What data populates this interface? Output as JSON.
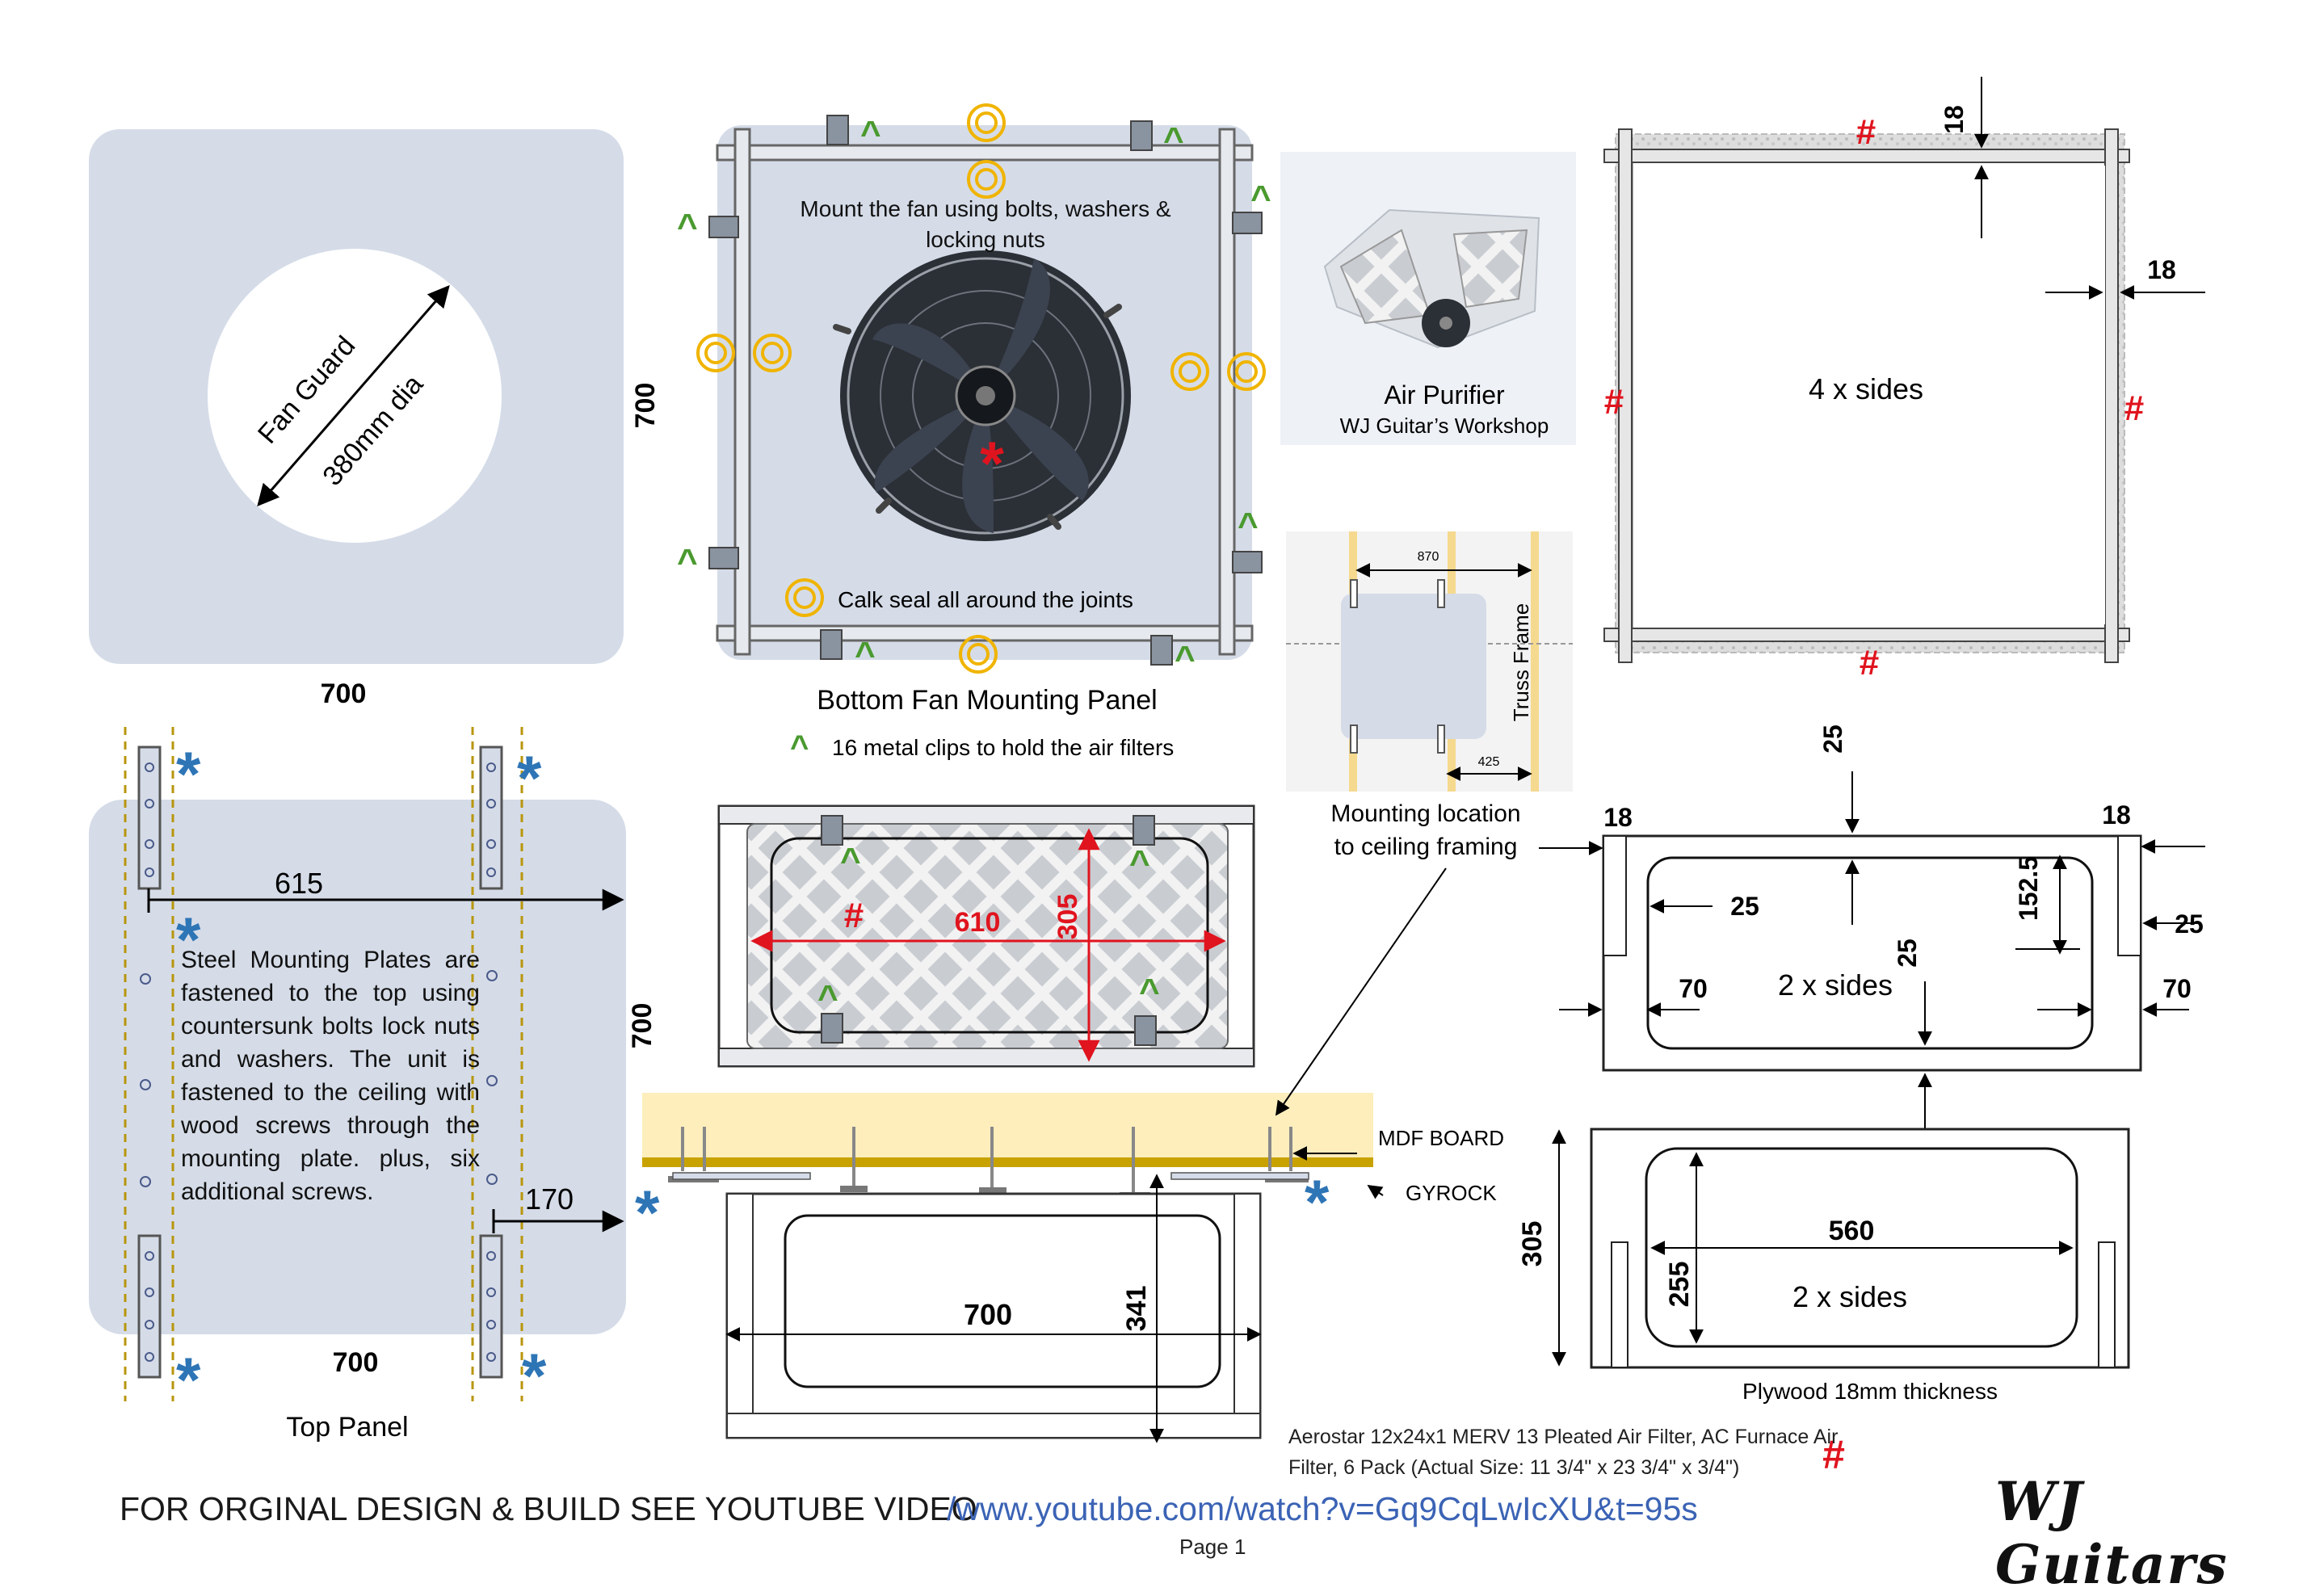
{
  "top_left": {
    "fan_guard_label": "Fan Guard",
    "fan_guard_dia": "380mm dia",
    "width_label": "700"
  },
  "fan_panel": {
    "mount_note": "Mount the fan using bolts, washers & locking nuts",
    "side_label": "700",
    "calk_note": "Calk seal all around the joints",
    "title": "Bottom Fan Mounting Panel",
    "clips_note": "16 metal clips to hold the air filters",
    "clip_symbol": "^",
    "star_symbol": "*"
  },
  "purifier": {
    "title": "Air Purifier",
    "subtitle": "WJ Guitar’s Workshop"
  },
  "ceiling": {
    "dim_870": "870",
    "dim_425": "425",
    "truss_label": "Truss Frame",
    "caption_line1": "Mounting location",
    "caption_line2": "to ceiling framing"
  },
  "sides4": {
    "label": "4 x sides",
    "dim_top": "18",
    "dim_right": "18",
    "hash": "#"
  },
  "top_panel": {
    "dim_615": "615",
    "dim_700_side": "700",
    "dim_170": "170",
    "dim_700_bottom": "700",
    "title": "Top Panel",
    "steel_note": "Steel Mounting Plates are fastened to the top using countersunk bolts lock nuts and washers. The unit is fastened to the ceiling with wood screws through the mounting plate. plus, six additional screws.",
    "asterisk": "*"
  },
  "filter": {
    "dim_610": "610",
    "dim_305": "305",
    "hash": "#"
  },
  "assembly": {
    "mdf_label": "MDF BOARD",
    "gyrock_label": "GYROCK",
    "dim_700": "700",
    "dim_341": "341"
  },
  "sides2a": {
    "dim_25_top": "25",
    "dim_18_left": "18",
    "dim_18_right": "18",
    "dim_25_left": "25",
    "dim_152": "152.5",
    "dim_25_right": "25",
    "dim_25_mid": "25",
    "dim_70_left": "70",
    "dim_70_right": "70",
    "label": "2 x sides"
  },
  "sides2b": {
    "dim_305": "305",
    "dim_560": "560",
    "dim_255": "255",
    "label": "2 x sides",
    "caption": "Plywood 18mm thickness"
  },
  "filter_desc": {
    "line1": "Aerostar 12x24x1 MERV 13 Pleated Air Filter, AC Furnace Air",
    "line2": "Filter, 6 Pack (Actual Size: 11 3/4\" x 23 3/4\" x 3/4\")",
    "hash": "#"
  },
  "footer": {
    "note": "FOR ORGINAL DESIGN & BUILD SEE YOUTUBE VIDEO",
    "url": "/www.youtube.com/watch?v=Gq9CqLwIcXU&t=95s",
    "page": "Page 1",
    "signature": "WJ Guitars"
  },
  "colors": {
    "panel_fill": "#d5dce8",
    "clip_green": "#4a9a2f",
    "seal_orange": "#f0b400",
    "asterisk_blue": "#2e75b6",
    "red": "#e0141e",
    "mdf_fill": "#fdeebc",
    "mdf_strip": "#c8a200",
    "link_blue": "#3b63b5"
  }
}
